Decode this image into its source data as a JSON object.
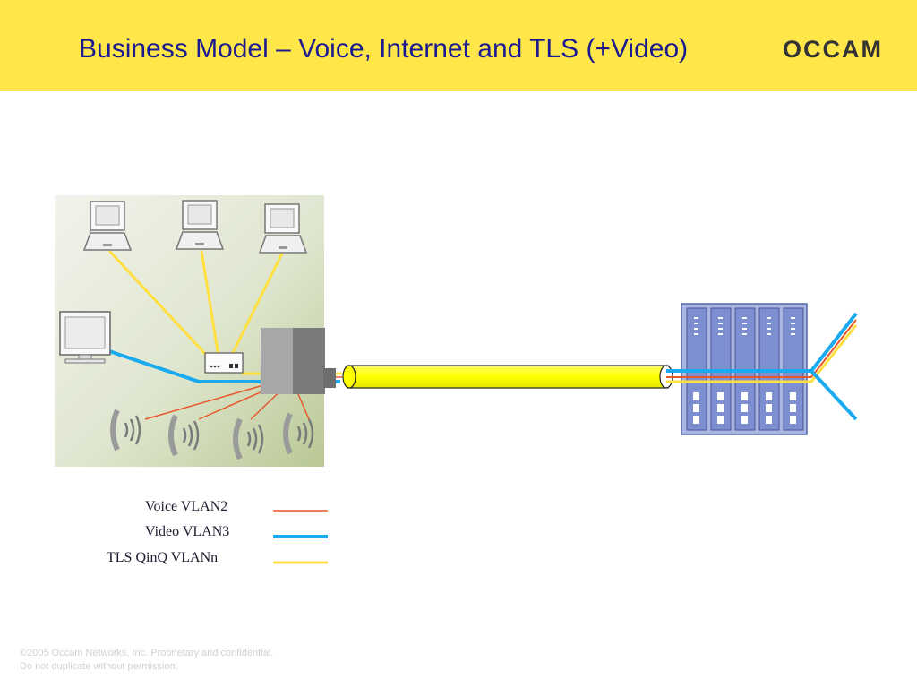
{
  "header": {
    "title": "Business Model – Voice, Internet and TLS (+Video)",
    "logo_text": "OCCAM"
  },
  "legend": [
    {
      "label": "Voice VLAN2",
      "color": "#e8572a"
    },
    {
      "label": "Video VLAN3",
      "color": "#19aaf0"
    },
    {
      "label": "TLS QinQ VLANn",
      "color": "#ffe040"
    }
  ],
  "footer": {
    "line1": "©2005 Occam Networks, Inc. Proprietary and confidential.",
    "line2": "Do not duplicate without permission."
  },
  "colors": {
    "header_bg": "#ffe74a",
    "title": "#1b1b8f",
    "cable_yellow": "#ffff00",
    "voice_line": "#e8572a",
    "video_line": "#19aaf0",
    "tls_line": "#ffe040",
    "chassis": "#7d8fd0"
  }
}
